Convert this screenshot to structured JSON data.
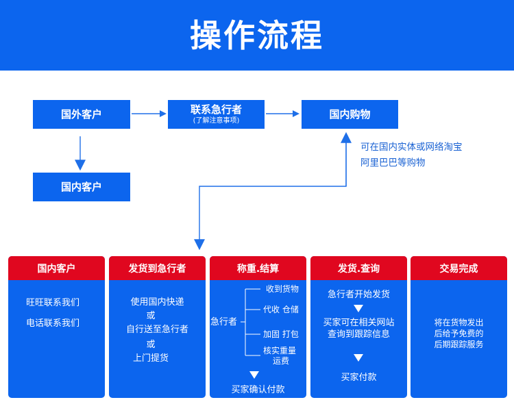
{
  "header": {
    "title": "操作流程"
  },
  "flow": {
    "foreign_customer": "国外客户",
    "contact": {
      "title": "联系急行者",
      "subtitle": "(了解注意事项)"
    },
    "domestic_shopping": "国内购物",
    "domestic_customer": "国内客户",
    "note": [
      "可在国内实体或网络淘宝",
      "阿里巴巴等购物"
    ]
  },
  "cards": [
    {
      "title": "国内客户",
      "lines": [
        "旺旺联系我们",
        "电话联系我们"
      ]
    },
    {
      "title": "发货到急行者",
      "lines": [
        "使用国内快递",
        "或",
        "自行送至急行者",
        "或",
        "上门提货"
      ]
    },
    {
      "title": "称重.结算",
      "root": "急行者",
      "branches": [
        "收到货物",
        "代收 仓储",
        "加固 打包",
        "核实重量",
        "运费"
      ],
      "footer": "买家确认付款"
    },
    {
      "title": "发货.查询",
      "lines": [
        "急行者开始发货",
        "买家可在相关网站",
        "查询到跟踪信息",
        "买家付款"
      ]
    },
    {
      "title": "交易完成",
      "lines": [
        "将在货物发出",
        "后给予免费的",
        "后期跟踪服务"
      ]
    }
  ],
  "colors": {
    "primary_blue": "#0c65ee",
    "header_red": "#e0071f",
    "note_blue": "#1a62d3"
  }
}
